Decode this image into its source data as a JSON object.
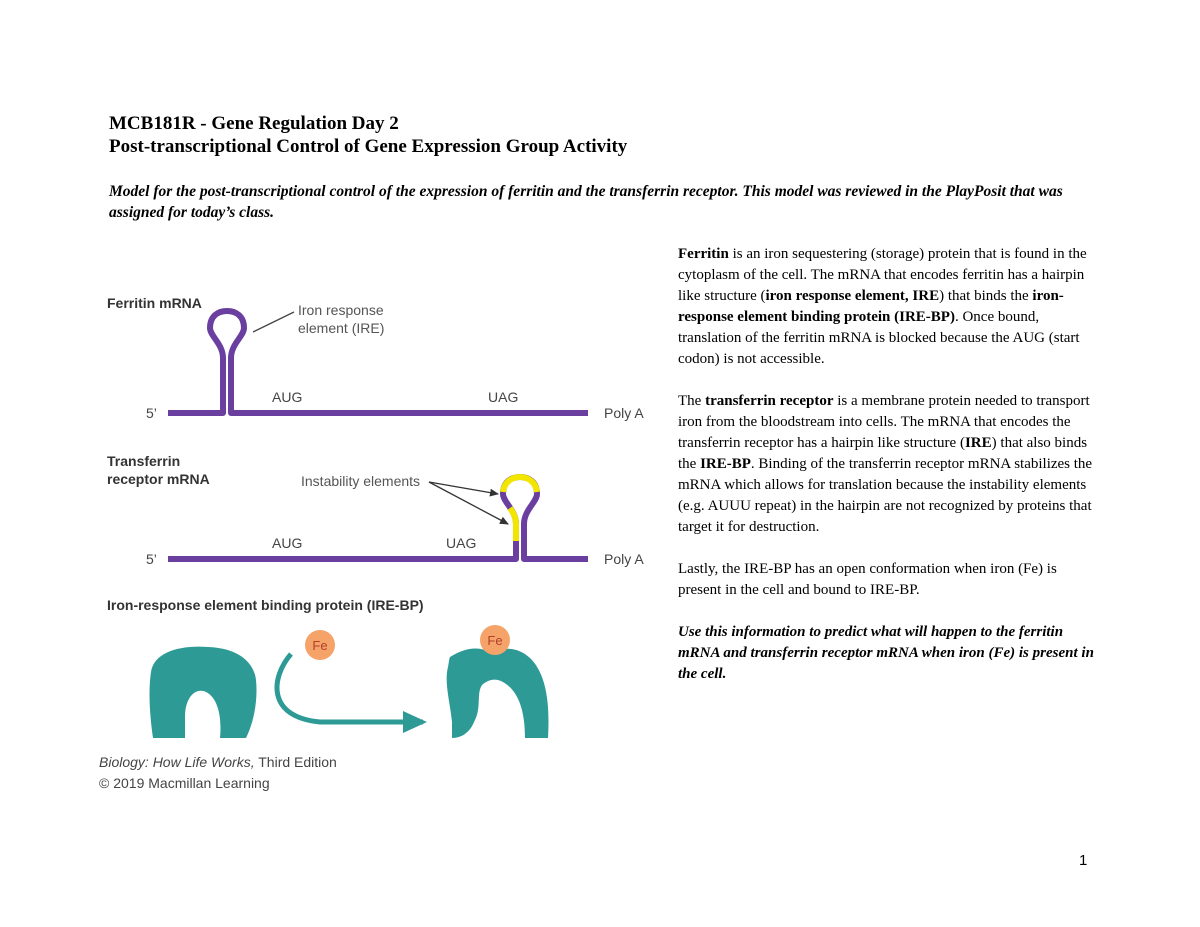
{
  "heading": {
    "line1": "MCB181R - Gene Regulation Day 2",
    "line2": "Post-transcriptional Control of Gene Expression Group Activity"
  },
  "intro": "Model for the post-transcriptional control of the expression of ferritin and the transferrin receptor. This model was reviewed in the PlayPosit that was assigned for today’s class.",
  "figure": {
    "ferritin_label": "Ferritin mRNA",
    "ire_label_1": "Iron response",
    "ire_label_2": "element (IRE)",
    "five_prime": "5’",
    "aug": "AUG",
    "uag": "UAG",
    "poly_a": "Poly A",
    "transferrin_label_1": "Transferrin",
    "transferrin_label_2": "receptor mRNA",
    "instability_label": "Instability elements",
    "irebp_label": "Iron-response element binding protein (IRE-BP)",
    "fe": "Fe",
    "credit_title": "Biology: How Life Works,",
    "credit_edition": " Third Edition",
    "credit_copyright": "© 2019 Macmillan Learning",
    "colors": {
      "mrna": "#6b3fa0",
      "instability": "#f2e600",
      "protein": "#2e9a96",
      "fe_fill": "#f6a36a"
    }
  },
  "body": {
    "p1": {
      "s1_bold": "Ferritin",
      "s2": " is an iron sequestering (storage) protein that is found in the cytoplasm of the cell. The mRNA that encodes ferritin has a hairpin like structure (",
      "s3_bold": "iron response element, IRE",
      "s4": ") that binds the ",
      "s5_bold": "iron-response element binding protein (IRE-BP)",
      "s6": ". Once bound, translation of the ferritin mRNA is blocked because the AUG (start codon) is not accessible."
    },
    "p2": {
      "s1": "The ",
      "s2_bold": "transferrin receptor",
      "s3": " is a membrane protein needed to transport iron from the bloodstream into cells. The mRNA that encodes the transferrin receptor has a hairpin like structure (",
      "s4_bold": "IRE",
      "s5": ") that also binds the ",
      "s6_bold": "IRE-BP",
      "s7": ". Binding of the transferrin receptor mRNA stabilizes the mRNA which allows for translation because the instability elements (e.g. AUUU repeat) in the hairpin are not recognized by proteins that target it for destruction."
    },
    "p3": "Lastly, the IRE-BP has an open conformation when iron (Fe) is present in the cell and bound to IRE-BP.",
    "p4": "Use this information to predict what will happen to the ferritin mRNA and transferrin receptor mRNA when iron (Fe) is present in the cell."
  },
  "page_number": "1"
}
